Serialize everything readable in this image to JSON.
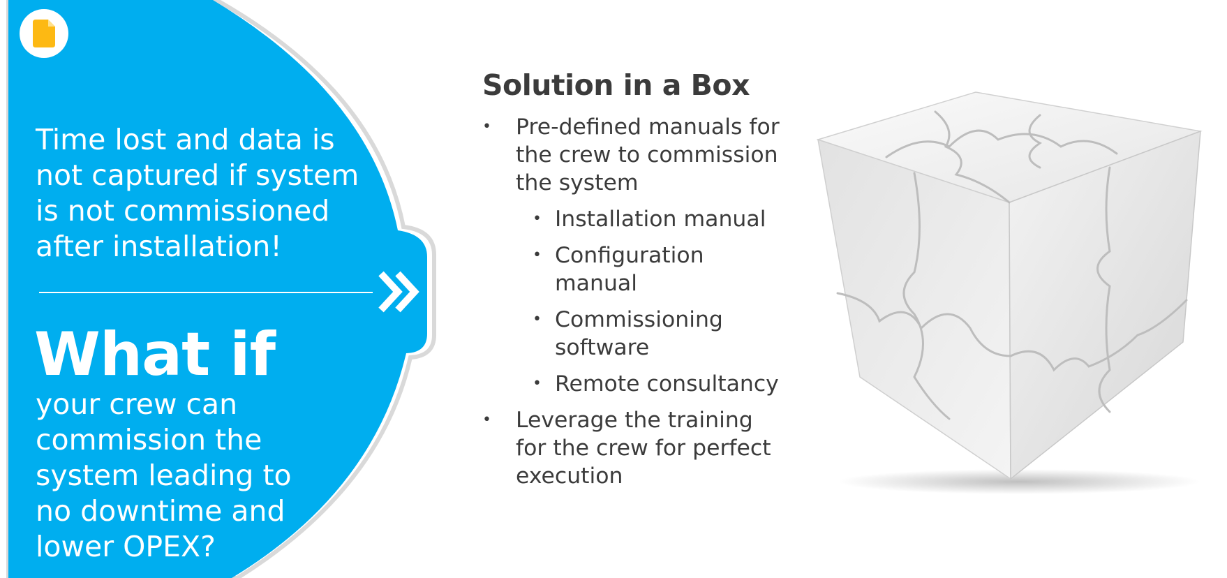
{
  "left_panel": {
    "problem_text": "Time lost and data is not captured if system is not commissioned after installation!",
    "what_if_heading": "What if",
    "question_text": "your crew can commission the system leading to no downtime and lower OPEX?",
    "icons": {
      "badge": "document-icon",
      "arrow": "double-chevron-right-icon"
    }
  },
  "right_panel": {
    "title": "Solution in a Box",
    "bullets": [
      {
        "text": "Pre-defined manuals for the crew to commission the system"
      },
      {
        "text": "Installation manual"
      },
      {
        "text": "Configuration manual"
      },
      {
        "text": "Commissioning software"
      },
      {
        "text": "Remote consultancy"
      },
      {
        "text": "Leverage the training for the crew for perfect execution"
      }
    ],
    "image": "puzzle-cube-image"
  },
  "colors": {
    "accent_blue": "#00AEEF",
    "document_icon": "#FDB913",
    "text_dark": "#3B3B3B",
    "panel_border": "#DADADA"
  }
}
